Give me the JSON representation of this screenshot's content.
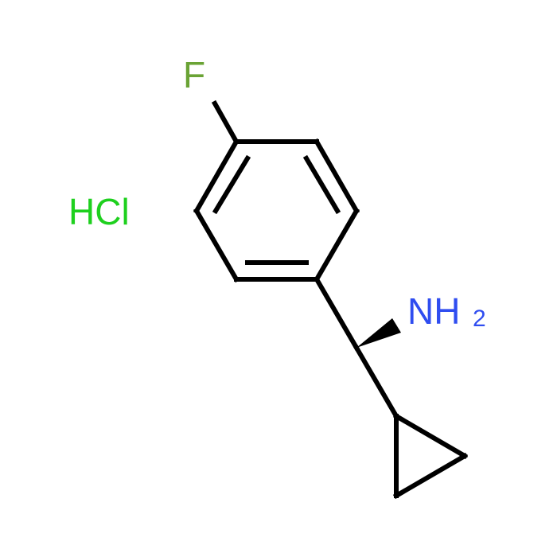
{
  "molecule": {
    "atoms": {
      "fluorine": {
        "label": "F",
        "color": "#6aa335"
      },
      "amine": {
        "label": "NH",
        "subscript": "2",
        "color": "#2f4df0"
      }
    },
    "salt": {
      "label": "HCl",
      "color": "#1ed01e"
    },
    "bond_color": "#000000"
  }
}
